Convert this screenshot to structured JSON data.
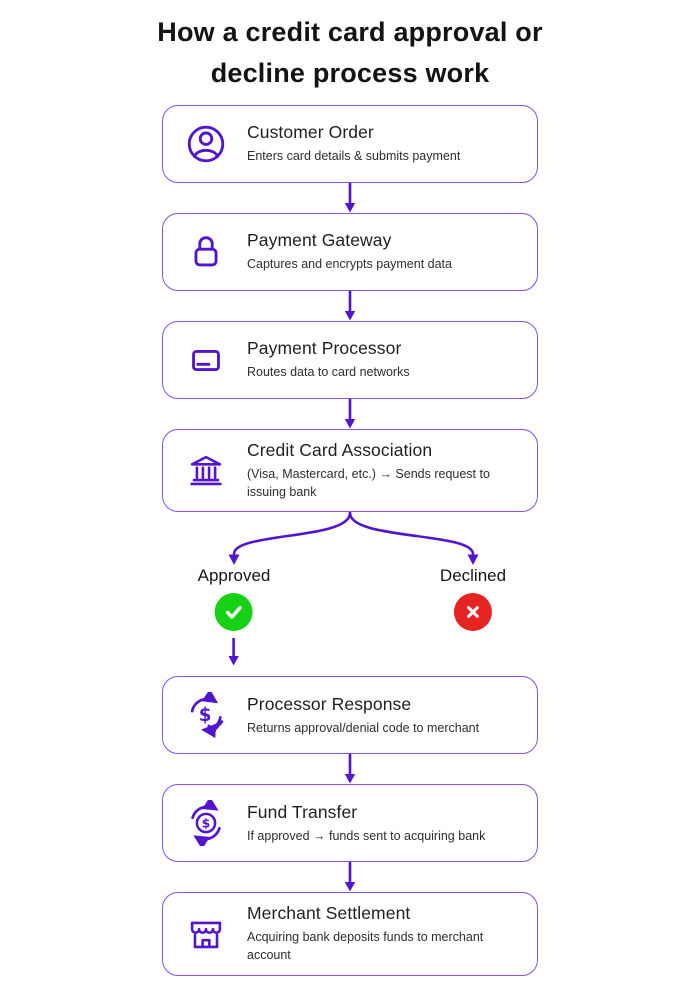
{
  "title_line1": "How a credit card approval or",
  "title_line2": "decline process work",
  "colors": {
    "accent_purple": "#5215cf",
    "box_border_purple": "#8550f0",
    "approved_green": "#17d117",
    "declined_red": "#e62424"
  },
  "steps": [
    {
      "icon": "user-icon",
      "title": "Customer Order",
      "subtitle": "Enters card details & submits payment"
    },
    {
      "icon": "lock-icon",
      "title": "Payment Gateway",
      "subtitle": "Captures and encrypts payment data"
    },
    {
      "icon": "credit-card-icon",
      "title": "Payment Processor",
      "subtitle": "Routes data to card networks"
    },
    {
      "icon": "bank-icon",
      "title": "Credit Card Association",
      "subtitle": "(Visa, Mastercard, etc.) → Sends request to issuing bank"
    },
    {
      "icon": "dollar-sync-check-icon",
      "title": "Processor Response",
      "subtitle": "Returns approval/denial code to merchant"
    },
    {
      "icon": "dollar-cycle-icon",
      "title": "Fund Transfer",
      "subtitle": "If approved → funds sent to acquiring bank"
    },
    {
      "icon": "storefront-icon",
      "title": "Merchant Settlement",
      "subtitle": "Acquiring bank deposits funds to merchant account"
    }
  ],
  "branch": {
    "approved_label": "Approved",
    "declined_label": "Declined"
  }
}
